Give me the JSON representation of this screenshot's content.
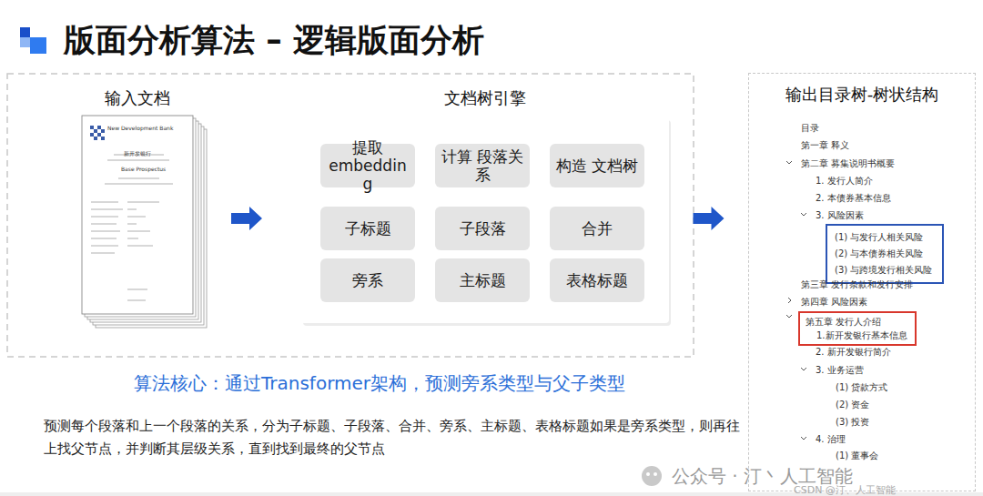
{
  "diagram": {
    "title": "版面分析算法 – 逻辑版面分析",
    "nodes": [
      {
        "text": [
          "输入文档"
        ]
      },
      {
        "text": [
          "文档树引擎"
        ]
      },
      {
        "text": [
          "提取 embedding"
        ],
        "in": 1
      },
      {
        "text": [
          "计算 段落关系"
        ],
        "in": 1
      },
      {
        "text": [
          "构造 文档树"
        ],
        "in": 1
      },
      {
        "text": [
          "子标题"
        ],
        "in": 1
      },
      {
        "text": [
          "子段落"
        ],
        "in": 1
      },
      {
        "text": [
          "合并"
        ],
        "in": 1
      },
      {
        "text": [
          "旁系"
        ],
        "in": 1
      },
      {
        "text": [
          "主标题"
        ],
        "in": 1
      },
      {
        "text": [
          "表格标题"
        ],
        "in": 1
      },
      {
        "text": [
          "输出目录树-树状结构"
        ]
      },
      {
        "text": [
          "(1) 与发行人相关风险",
          "(2) 与本债券相关风险",
          "(3) 与跨境发行相关风险"
        ],
        "in": 11
      },
      {
        "text": [
          "第五章 发行人介绍",
          "1.新开发银行基本信息"
        ],
        "in": 11
      }
    ],
    "edges": [
      {
        "from": 0,
        "to": 1,
        "arrow": "to"
      },
      {
        "from": 1,
        "to": 11,
        "arrow": "to"
      }
    ],
    "labels": [
      "New Development Bank",
      "新开发银行",
      "Base Prospectus",
      "目录",
      "第一章 释义",
      "第二章 募集说明书概要",
      "1. 发行人简介",
      "2. 本债券基本信息",
      "3. 风险因素",
      "第三章 发行条款和发行安排",
      "第四章 风险因素",
      "2. 新开发银行简介",
      "3. 业务运营",
      "(1) 贷款方式",
      "(2) 资金",
      "(3) 投资",
      "4. 治理",
      "(1) 董事会",
      "算法核心：通过Transformer架构，预测旁系类型与父子类型",
      "预测每个段落和上一个段落的关系，分为子标题、子段落、合并、旁系、主标题、表格标题如果是旁系类型，则再往上找父节点，并判断其层级关系，直到找到最终的父节点",
      "公众号 · 汀丶人工智能",
      "CSDN @汀、人工智能"
    ]
  }
}
